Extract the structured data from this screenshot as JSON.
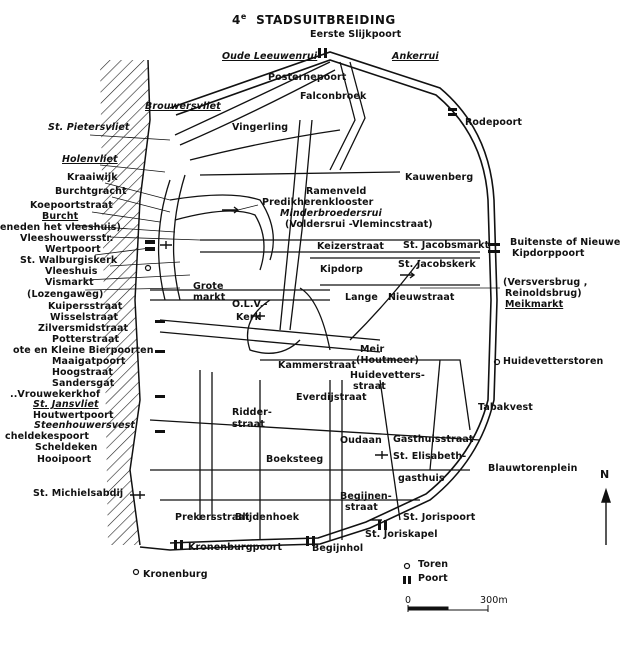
{
  "title": {
    "number": "4",
    "sup": "e",
    "text": "STADSUITBREIDING"
  },
  "labels": [
    "Oude Leeuwenrui",
    "Eerste Slijkpoort",
    "Ankerrui",
    "Posternepoort",
    "Falconbroek",
    "Brouwersvliet",
    "Rodepoort",
    "St. Pietersvliet",
    "Vingerling",
    "Kauwenberg",
    "Holenvliet",
    "Kraaiwijk",
    "Burchtgracht",
    "Ramenveld",
    "Koepoortstraat",
    "Predikherenklooster",
    "Minderbroedersrui",
    "Burcht",
    "(Voldersrui -Vlemincstraat)",
    "eneden  het vleeshuis)",
    "Vleeshouwersstr.",
    "Keizerstraat",
    "St. Jacobsmarkt",
    "Buitenste of Nieuwe",
    "Kipdorppoort",
    "Wertpoort",
    "St. Walburgiskerk",
    "Kipdorp",
    "St. Jacobskerk",
    "Vleeshuis",
    "Vismarkt",
    "Lange",
    "Nieuwstraat",
    "(Versversbrug ,",
    "Reinoldsbrug)",
    "Meikmarkt",
    "Grote",
    "markt",
    "(Lozengaweg)",
    "O.L.V.-",
    "Kerk",
    "Kuipersstraat",
    "Wisselstraat",
    "Zilversmidstraat",
    "Potterstraat",
    "ote en Kleine Bierpoorten",
    "Maaigatpoort",
    "Hoogstraat",
    "Meir",
    "(Houtmeer)",
    "Huidevetterstoren",
    "Sandersgat",
    "Kammerstraat",
    "Huidevetters-",
    "straat",
    "..Vrouwekerkhof",
    "St. Jansvliet",
    "Everdijstraat",
    "Tabakvest",
    "Houtwertpoort",
    "Steenhouwersvest",
    "cheldekespoort",
    "Ridder-",
    "straat",
    "Oudaan",
    "Gasthuisstraat",
    "Scheldeken",
    "Boeksteeg",
    "St. Elisabeth-",
    "gasthuis",
    "Hooipoort",
    "Blauwtorenplein",
    "St. Michielsabdij",
    "Begijnen-",
    "straat",
    "Prekersstraat",
    "Blijdenhoek",
    "St. Jorispoort",
    "St. Joriskapel",
    "Kronenburgpoort",
    "Begijnhol",
    "Kronenburg"
  ],
  "north": "N",
  "legend": {
    "tower": "Toren",
    "gate": "Poort"
  },
  "scale": {
    "start": "0",
    "end": "300m"
  }
}
